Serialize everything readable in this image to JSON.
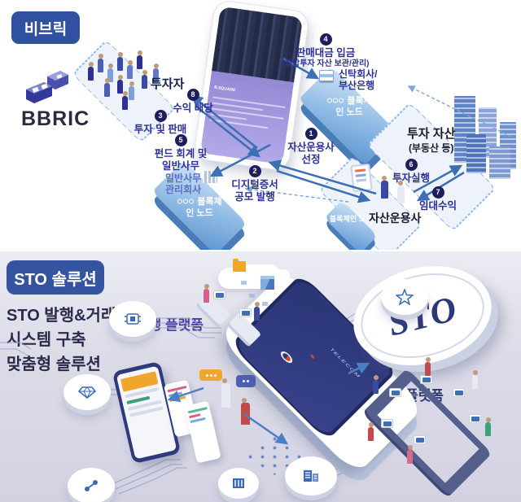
{
  "top": {
    "badge": "비브릭",
    "logo_text": "BBRIC",
    "investors_label": "투자자",
    "blockchain_node_label": "블록체인 노드",
    "trust_label_line1": "신탁회사/",
    "trust_label_line2": "부산은행",
    "admin_label_line1": "일반사무",
    "admin_label_line2": "관리회사",
    "asset_manager_label": "자산운용사",
    "asset_label": "투자 자산",
    "asset_sublabel": "(부동산 등)",
    "phone_screen_title": "B.SQUARE",
    "steps": [
      {
        "num": "1",
        "line1": "자산운용사",
        "line2": "선정"
      },
      {
        "num": "2",
        "line1": "디지털증서",
        "line2": "공모 발행"
      },
      {
        "num": "3",
        "line1": "투자 및 판매",
        "line2": ""
      },
      {
        "num": "4",
        "line1": "판매대금 입금",
        "line2": "(집합투자 자산 보관/관리)"
      },
      {
        "num": "5",
        "line1": "펀드 회계 및",
        "line2": "일반사무"
      },
      {
        "num": "6",
        "line1": "투자실행",
        "line2": ""
      },
      {
        "num": "7",
        "line1": "임대수익",
        "line2": ""
      },
      {
        "num": "8",
        "line1": "수익 배당",
        "line2": ""
      }
    ]
  },
  "bottom": {
    "badge": "STO 솔루션",
    "desc_line1": "STO 발행&거래",
    "desc_line2": "시스템 구축",
    "desc_line3": "맞춤형 솔루션",
    "issuance_label": "발행 플랫폼",
    "distribution_label": "유통 플랫폼",
    "coin_text": "STO",
    "phone_brand": "TELECOM"
  },
  "colors": {
    "badge_blue": "#30519f",
    "accent_arrow_blue": "#3d6fb5",
    "label_navy": "#2e3192",
    "platform_blue": "#8cb8e4",
    "bottom_background": "#dcdce8",
    "coin_navy": "#2c3878",
    "orange_accent": "#f0a52c"
  }
}
